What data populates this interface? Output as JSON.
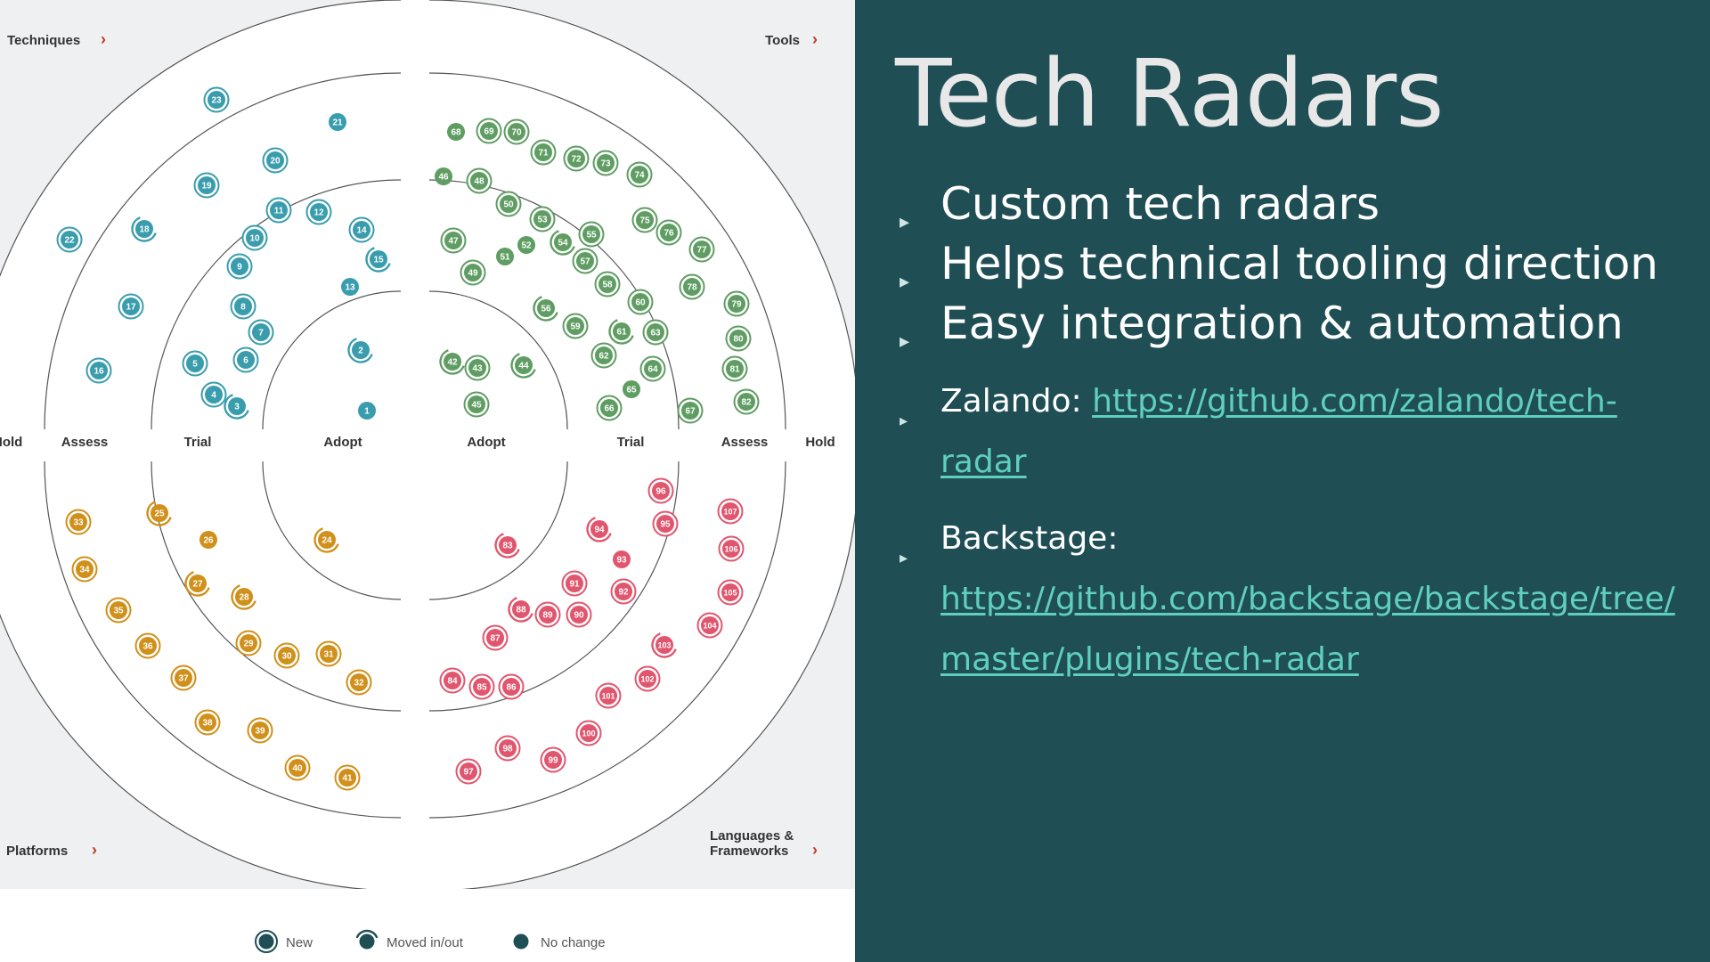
{
  "slide": {
    "title": "Tech Radars",
    "bullets": [
      "Custom tech radars",
      "Helps technical tooling direction",
      "Easy integration & automation"
    ],
    "zalando_label": "Zalando:",
    "zalando_url": "https://github.com/zalando/tech-radar",
    "backstage_label": "Backstage:",
    "backstage_url": "https://github.com/backstage/backstage/tree/master/plugins/tech-radar"
  },
  "radar": {
    "quadrants": {
      "techniques": "Techniques",
      "tools": "Tools",
      "platforms": "Platforms",
      "languages_line1": "Languages &",
      "languages_line2": "Frameworks"
    },
    "chevron": "›",
    "rings": [
      "Adopt",
      "Trial",
      "Assess",
      "Hold"
    ],
    "legend": {
      "new": "New",
      "moved": "Moved in/out",
      "no_change": "No change"
    },
    "colors": {
      "techniques": "#3a9dad",
      "tools": "#5f9d63",
      "platforms": "#d0901b",
      "languages": "#e0566e",
      "ring_stroke": "#555555",
      "panel_bg": "#eef0f2",
      "legend_dot": "#1f4e55"
    },
    "blips": {
      "techniques": [
        {
          "n": "1",
          "s": "nochange"
        },
        {
          "n": "2",
          "s": "moved"
        },
        {
          "n": "3",
          "s": "moved"
        },
        {
          "n": "4",
          "s": "new"
        },
        {
          "n": "5",
          "s": "new"
        },
        {
          "n": "6",
          "s": "new"
        },
        {
          "n": "7",
          "s": "new"
        },
        {
          "n": "8",
          "s": "new"
        },
        {
          "n": "9",
          "s": "new"
        },
        {
          "n": "10",
          "s": "new"
        },
        {
          "n": "11",
          "s": "new"
        },
        {
          "n": "12",
          "s": "new"
        },
        {
          "n": "13",
          "s": "nochange"
        },
        {
          "n": "14",
          "s": "new"
        },
        {
          "n": "15",
          "s": "moved"
        },
        {
          "n": "16",
          "s": "new"
        },
        {
          "n": "17",
          "s": "new"
        },
        {
          "n": "18",
          "s": "moved"
        },
        {
          "n": "19",
          "s": "new"
        },
        {
          "n": "20",
          "s": "new"
        },
        {
          "n": "21",
          "s": "nochange"
        },
        {
          "n": "22",
          "s": "new"
        },
        {
          "n": "23",
          "s": "new"
        }
      ],
      "tools": [
        {
          "n": "42",
          "s": "moved"
        },
        {
          "n": "43",
          "s": "new"
        },
        {
          "n": "44",
          "s": "moved"
        },
        {
          "n": "45",
          "s": "new"
        },
        {
          "n": "46",
          "s": "nochange"
        },
        {
          "n": "47",
          "s": "new"
        },
        {
          "n": "48",
          "s": "new"
        },
        {
          "n": "49",
          "s": "new"
        },
        {
          "n": "50",
          "s": "new"
        },
        {
          "n": "51",
          "s": "nochange"
        },
        {
          "n": "52",
          "s": "nochange"
        },
        {
          "n": "53",
          "s": "new"
        },
        {
          "n": "54",
          "s": "moved"
        },
        {
          "n": "55",
          "s": "new"
        },
        {
          "n": "56",
          "s": "moved"
        },
        {
          "n": "57",
          "s": "new"
        },
        {
          "n": "58",
          "s": "new"
        },
        {
          "n": "59",
          "s": "new"
        },
        {
          "n": "60",
          "s": "new"
        },
        {
          "n": "61",
          "s": "moved"
        },
        {
          "n": "62",
          "s": "new"
        },
        {
          "n": "63",
          "s": "new"
        },
        {
          "n": "64",
          "s": "new"
        },
        {
          "n": "65",
          "s": "nochange"
        },
        {
          "n": "66",
          "s": "new"
        },
        {
          "n": "67",
          "s": "new"
        },
        {
          "n": "68",
          "s": "nochange"
        },
        {
          "n": "69",
          "s": "new"
        },
        {
          "n": "70",
          "s": "new"
        },
        {
          "n": "71",
          "s": "new"
        },
        {
          "n": "72",
          "s": "new"
        },
        {
          "n": "73",
          "s": "new"
        },
        {
          "n": "74",
          "s": "new"
        },
        {
          "n": "75",
          "s": "new"
        },
        {
          "n": "76",
          "s": "new"
        },
        {
          "n": "77",
          "s": "new"
        },
        {
          "n": "78",
          "s": "new"
        },
        {
          "n": "79",
          "s": "new"
        },
        {
          "n": "80",
          "s": "new"
        },
        {
          "n": "81",
          "s": "new"
        },
        {
          "n": "82",
          "s": "new"
        }
      ],
      "platforms": [
        {
          "n": "24",
          "s": "moved"
        },
        {
          "n": "25",
          "s": "moved"
        },
        {
          "n": "26",
          "s": "nochange"
        },
        {
          "n": "27",
          "s": "moved"
        },
        {
          "n": "28",
          "s": "moved"
        },
        {
          "n": "29",
          "s": "new"
        },
        {
          "n": "30",
          "s": "new"
        },
        {
          "n": "31",
          "s": "new"
        },
        {
          "n": "32",
          "s": "new"
        },
        {
          "n": "33",
          "s": "new"
        },
        {
          "n": "34",
          "s": "new"
        },
        {
          "n": "35",
          "s": "new"
        },
        {
          "n": "36",
          "s": "new"
        },
        {
          "n": "37",
          "s": "new"
        },
        {
          "n": "38",
          "s": "new"
        },
        {
          "n": "39",
          "s": "new"
        },
        {
          "n": "40",
          "s": "new"
        },
        {
          "n": "41",
          "s": "new"
        }
      ],
      "languages": [
        {
          "n": "83",
          "s": "moved"
        },
        {
          "n": "84",
          "s": "new"
        },
        {
          "n": "85",
          "s": "new"
        },
        {
          "n": "86",
          "s": "new"
        },
        {
          "n": "87",
          "s": "new"
        },
        {
          "n": "88",
          "s": "moved"
        },
        {
          "n": "89",
          "s": "new"
        },
        {
          "n": "90",
          "s": "new"
        },
        {
          "n": "91",
          "s": "new"
        },
        {
          "n": "92",
          "s": "new"
        },
        {
          "n": "93",
          "s": "nochange"
        },
        {
          "n": "94",
          "s": "moved"
        },
        {
          "n": "95",
          "s": "new"
        },
        {
          "n": "96",
          "s": "new"
        },
        {
          "n": "97",
          "s": "new"
        },
        {
          "n": "98",
          "s": "new"
        },
        {
          "n": "99",
          "s": "new"
        },
        {
          "n": "100",
          "s": "new"
        },
        {
          "n": "101",
          "s": "new"
        },
        {
          "n": "102",
          "s": "new"
        },
        {
          "n": "103",
          "s": "moved"
        },
        {
          "n": "104",
          "s": "new"
        },
        {
          "n": "105",
          "s": "new"
        },
        {
          "n": "106",
          "s": "new"
        },
        {
          "n": "107",
          "s": "new"
        }
      ]
    }
  }
}
